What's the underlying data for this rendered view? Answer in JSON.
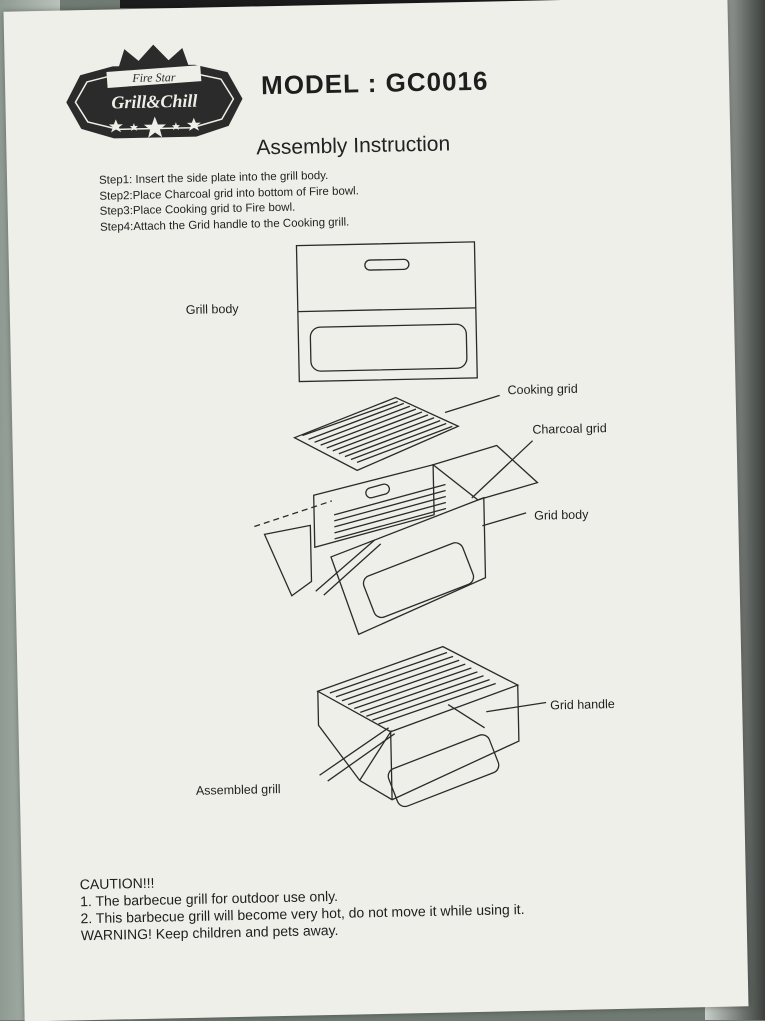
{
  "logo": {
    "tagline": "Fire Star",
    "brand": "Grill&Chill"
  },
  "model": "MODEL : GC0016",
  "title": "Assembly Instruction",
  "steps": [
    "Step1: Insert the side plate into the grill body.",
    "Step2:Place Charcoal grid into bottom of Fire bowl.",
    "Step3:Place Cooking grid to Fire bowl.",
    "Step4:Attach the Grid handle to the Cooking grill."
  ],
  "labels": {
    "grill_body": "Grill body",
    "cooking_grid": "Cooking grid",
    "charcoal_grid": "Charcoal grid",
    "grid_body": "Grid body",
    "grid_handle": "Grid handle",
    "assembled_grill": "Assembled grill"
  },
  "caution": {
    "heading": "CAUTION!!!",
    "items": [
      "1. The barbecue grill for outdoor use only.",
      "2. This barbecue grill will become very hot, do not move it while using it."
    ],
    "warning": "WARNING! Keep children and pets away."
  },
  "colors": {
    "ink": "#1e1e1e",
    "paper": "#efefe9",
    "logo_fill": "#2b2b2b"
  }
}
